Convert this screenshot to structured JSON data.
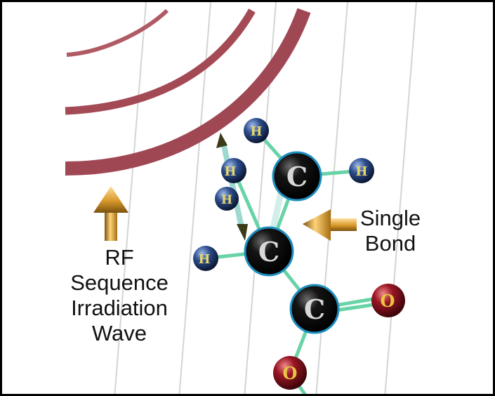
{
  "labels": {
    "rf_lines": [
      "RF",
      "Sequence",
      "Irradiation",
      "Wave"
    ],
    "bond_lines": [
      "Single",
      "Bond"
    ]
  },
  "atoms": {
    "hydrogen": "H",
    "carbon": "C",
    "oxygen": "O"
  },
  "colors": {
    "wave": "#a54b57",
    "bond": "#67d3a7",
    "hydrogen": "#2a4a86",
    "carbon": "#111111",
    "oxygen": "#8a1420",
    "arrow": "#e0a52a",
    "gridline": "#d3d3d3"
  }
}
